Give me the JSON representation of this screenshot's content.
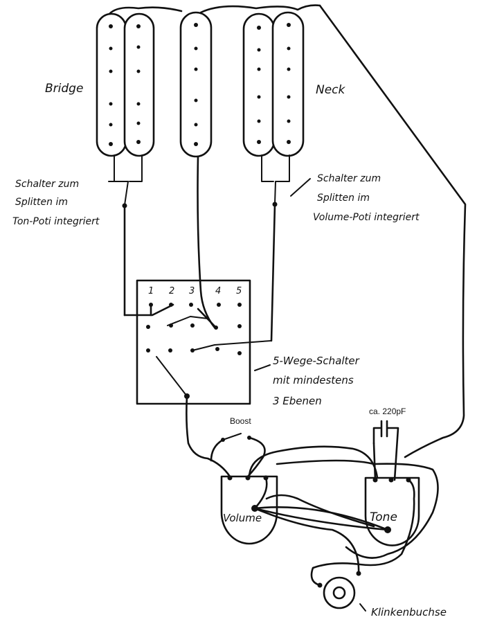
{
  "labels": {
    "bridge": "Bridge",
    "neck": "Neck",
    "split_bridge": [
      "Schalter zum",
      "Splitten im",
      "Ton-Poti integriert"
    ],
    "split_neck": [
      "Schalter zum",
      "Splitten im",
      "Volume-Poti integriert"
    ],
    "switch_desc": [
      "5-Wege-Schalter",
      "mit mindestens",
      "3 Ebenen"
    ],
    "switch_positions": [
      "1",
      "2",
      "3",
      "4",
      "5"
    ],
    "boost": "Boost",
    "capacitor": "ca. 220pF",
    "volume": "Volume",
    "tone": "Tone",
    "jack": "Klinkenbuchse"
  },
  "components": {
    "pickups": [
      "bridge-humbucker",
      "middle-single-coil",
      "neck-humbucker"
    ],
    "pots": [
      "volume-pot",
      "tone-pot"
    ],
    "switch": "5-way-switch",
    "jack": "output-jack"
  }
}
